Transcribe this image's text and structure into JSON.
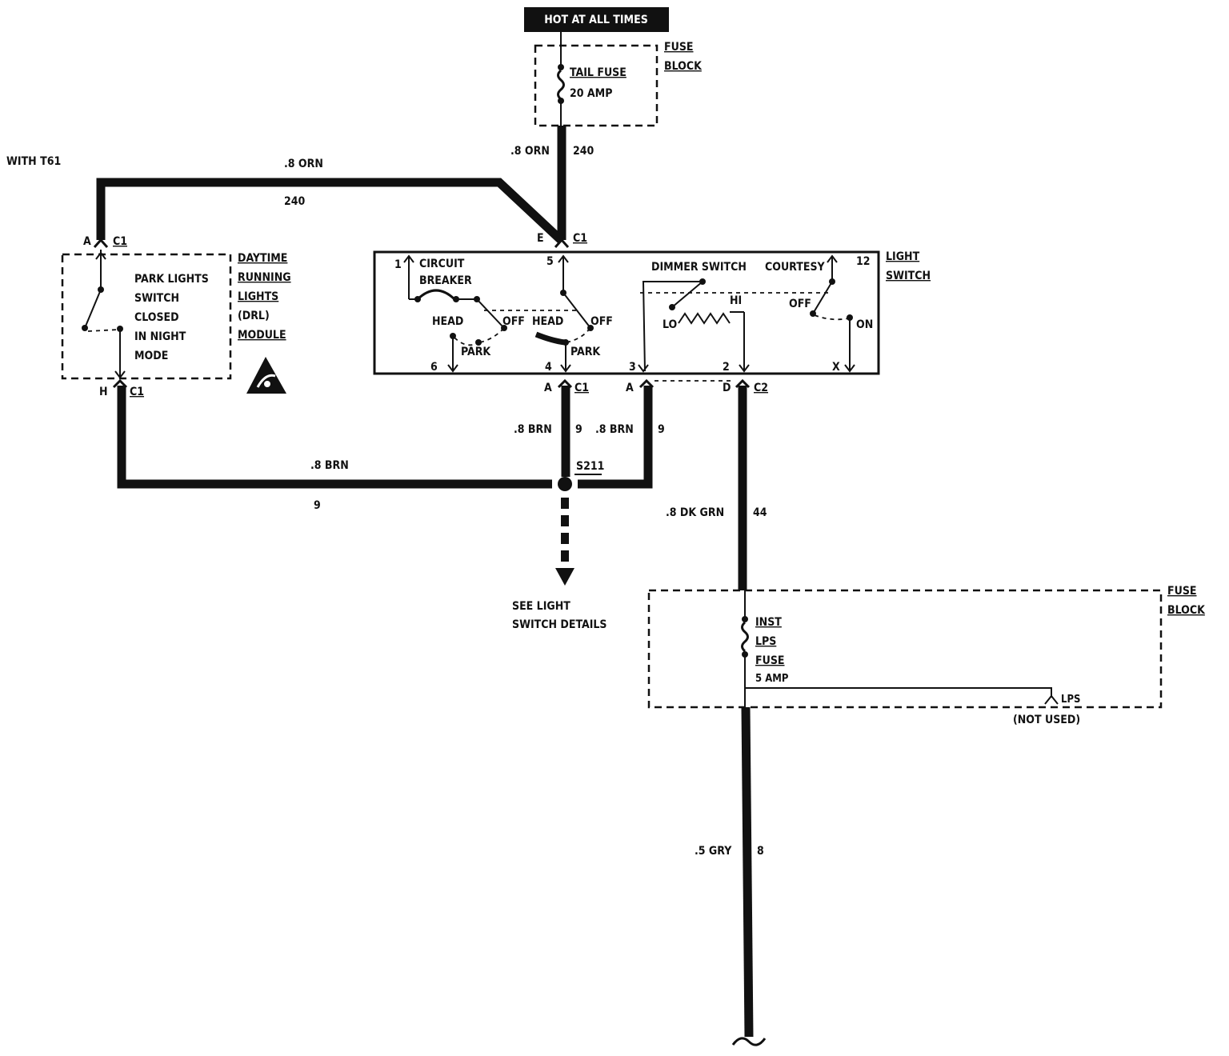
{
  "banner": {
    "text": "HOT AT ALL TIMES"
  },
  "fuse_block_top": {
    "label_line1": "FUSE",
    "label_line2": "BLOCK",
    "fuse_name": "TAIL FUSE",
    "fuse_rating": "20 AMP"
  },
  "wires": {
    "feed_gauge": ".8 ORN",
    "feed_circuit": "240",
    "t61_note": "WITH T61",
    "t61_gauge": ".8 ORN",
    "t61_circuit": "240",
    "left_brn_gauge": ".8 BRN",
    "left_brn_circuit": "9",
    "mid_brn_gauge": ".8 BRN",
    "mid_brn_circuit": "9",
    "right_brn_gauge": ".8 BRN",
    "right_brn_circuit": "9",
    "dkgrn_gauge": ".8 DK GRN",
    "dkgrn_circuit": "44",
    "gry_gauge": ".5 GRY",
    "gry_circuit": "8"
  },
  "drl_module": {
    "title": [
      "DAYTIME",
      "RUNNING",
      "LIGHTS",
      "(DRL)",
      "MODULE"
    ],
    "text": [
      "PARK LIGHTS",
      "SWITCH",
      "CLOSED",
      "IN NIGHT",
      "MODE"
    ],
    "top_pin": "A",
    "top_conn": "C1",
    "bottom_pin": "H",
    "bottom_conn": "C1"
  },
  "light_switch": {
    "label_line1": "LIGHT",
    "label_line2": "SWITCH",
    "conn_top_pin": "E",
    "conn_top": "C1",
    "terminals": {
      "t1": "1",
      "t5": "5",
      "t12": "12",
      "t6": "6",
      "t4": "4",
      "t3": "3",
      "t2": "2",
      "tx": "X"
    },
    "circuit_breaker_1": "CIRCUIT",
    "circuit_breaker_2": "BREAKER",
    "head_left": "HEAD",
    "off_left": "OFF",
    "park_left": "PARK",
    "head_mid": "HEAD",
    "off_mid": "OFF",
    "park_mid": "PARK",
    "dimmer": "DIMMER SWITCH",
    "lo": "LO",
    "hi": "HI",
    "courtesy": "COURTESY",
    "courtesy_off": "OFF",
    "courtesy_on": "ON",
    "bottom_a_pin": "A",
    "bottom_a_conn": "C1",
    "bottom_a2_pin": "A",
    "bottom_d_pin": "D",
    "bottom_d_conn": "C2"
  },
  "splice": {
    "label": "S211"
  },
  "see_details": {
    "line1": "SEE LIGHT",
    "line2": "SWITCH DETAILS"
  },
  "fuse_block_bottom": {
    "label_line1": "FUSE",
    "label_line2": "BLOCK",
    "fuse_line1": "INST",
    "fuse_line2": "LPS",
    "fuse_line3": "FUSE",
    "fuse_rating": "5 AMP",
    "lps_label": "LPS",
    "lps_note": "(NOT USED)"
  },
  "icons": {
    "esd": "esd-warning-icon"
  }
}
